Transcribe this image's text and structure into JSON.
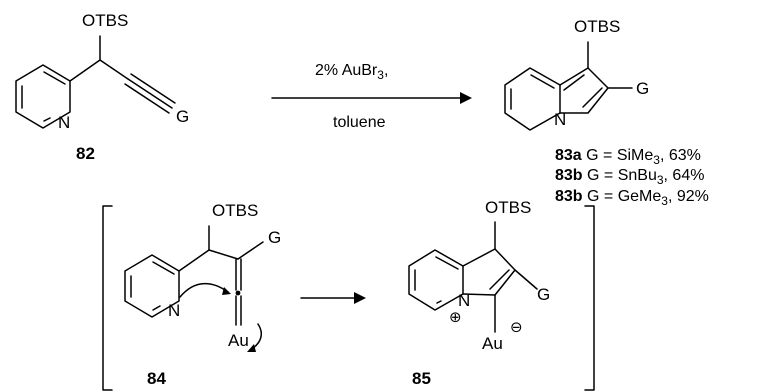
{
  "reaction": {
    "conditions": {
      "reagent_main": "2% AuBr",
      "reagent_sub": "3",
      "reagent_tail": ",",
      "solvent": "toluene"
    },
    "starting_material": {
      "id": "82",
      "protecting_group": "OTBS",
      "ring_heteroatom": "N",
      "substituent": "G"
    },
    "product": {
      "protecting_group": "OTBS",
      "ring_heteroatom": "N",
      "substituent": "G",
      "variants": [
        {
          "id": "83a",
          "eq": " G = SiMe",
          "sub": "3",
          "yield": ", 63%"
        },
        {
          "id": "83b",
          "eq": " G = SnBu",
          "sub": "3",
          "yield": ", 64%"
        },
        {
          "id": "83b",
          "eq": " G = GeMe",
          "sub": "3",
          "yield": ", 92%"
        }
      ]
    },
    "intermediate_84": {
      "id": "84",
      "protecting_group": "OTBS",
      "ring_heteroatom": "N",
      "substituent": "G",
      "metal": "Au"
    },
    "intermediate_85": {
      "id": "85",
      "protecting_group": "OTBS",
      "ring_heteroatom": "N",
      "substituent": "G",
      "metal": "Au",
      "n_charge": "⊕",
      "au_charge": "⊖"
    }
  }
}
